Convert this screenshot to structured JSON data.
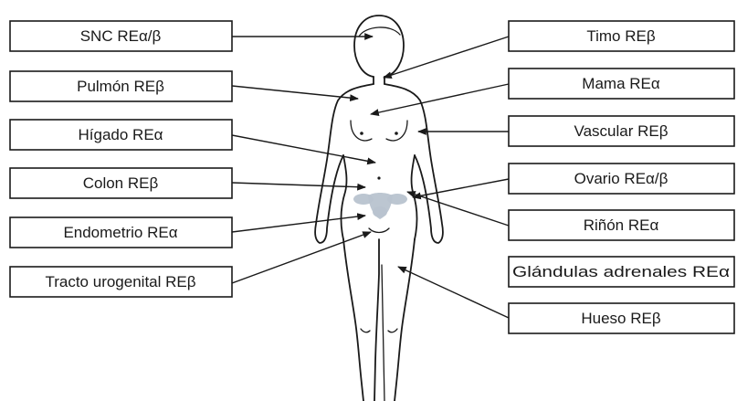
{
  "labels_left": [
    "SNC REα/β",
    "Pulmón REβ",
    "Hígado REα",
    "Colon REβ",
    "Endometrio REα",
    "Tracto urogenital REβ"
  ],
  "labels_right": [
    "Timo REβ",
    "Mama REα",
    "Vascular REβ",
    "Ovario REα/β",
    "Riñón REα",
    "Glándulas adrenales REα",
    "Hueso REβ"
  ],
  "colors": {
    "line": "#1a1a1a",
    "reproductive_organs": "#b8c3cf"
  }
}
